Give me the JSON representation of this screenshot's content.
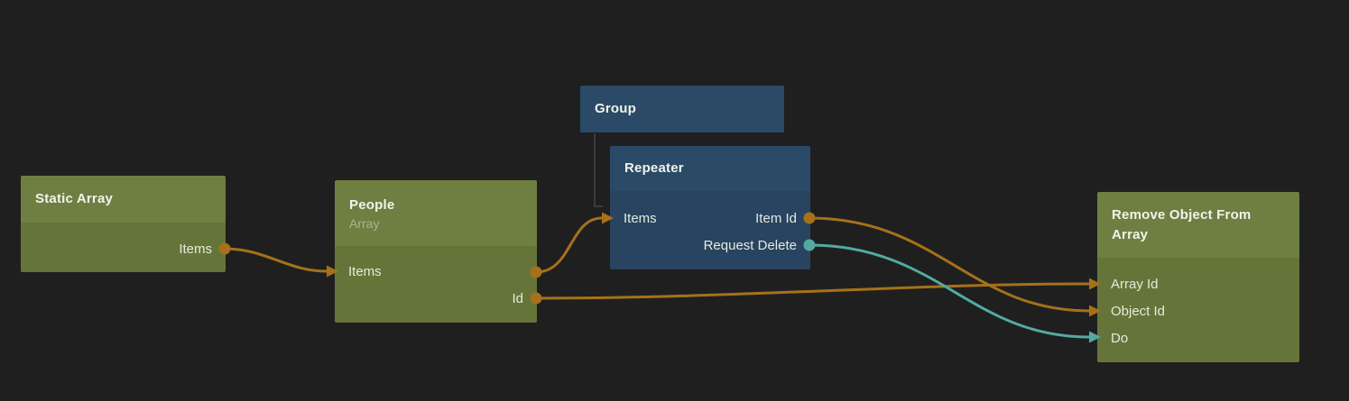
{
  "app": {
    "name": "visual-node-graph",
    "background": "#1f1f1f"
  },
  "colors": {
    "green_node_header": "#6e7f41",
    "green_node_body": "#657539",
    "blue_node_header": "#2b4a67",
    "blue_node_body": "#284460",
    "wire_orange": "#a5711a",
    "wire_teal": "#53aaa3",
    "group_link_gray": "#3c3c3c"
  },
  "nodes": {
    "static_array": {
      "title": "Static Array",
      "outputs": [
        "Items"
      ]
    },
    "people": {
      "title": "People",
      "subtitle": "Array",
      "inputs": [
        "Items"
      ],
      "outputs": [
        "Id"
      ]
    },
    "group": {
      "title": "Group"
    },
    "repeater": {
      "title": "Repeater",
      "inputs": [
        "Items"
      ],
      "outputs": [
        "Item Id",
        "Request Delete"
      ]
    },
    "remove_object_from_array": {
      "title": "Remove Object From Array",
      "inputs": [
        "Array Id",
        "Object Id",
        "Do"
      ]
    }
  },
  "connections": [
    {
      "from": "Static Array.Items",
      "to": "People.Items",
      "color": "#a5711a"
    },
    {
      "from": "People.Items",
      "to": "Repeater.Items",
      "color": "#a5711a"
    },
    {
      "from": "People.Id",
      "to": "Remove Object From Array.Array Id",
      "color": "#a5711a"
    },
    {
      "from": "Repeater.Item Id",
      "to": "Remove Object From Array.Object Id",
      "color": "#a5711a"
    },
    {
      "from": "Repeater.Request Delete",
      "to": "Remove Object From Array.Do",
      "color": "#53aaa3"
    }
  ],
  "hierarchy": [
    {
      "parent": "Group",
      "child": "Repeater"
    }
  ]
}
